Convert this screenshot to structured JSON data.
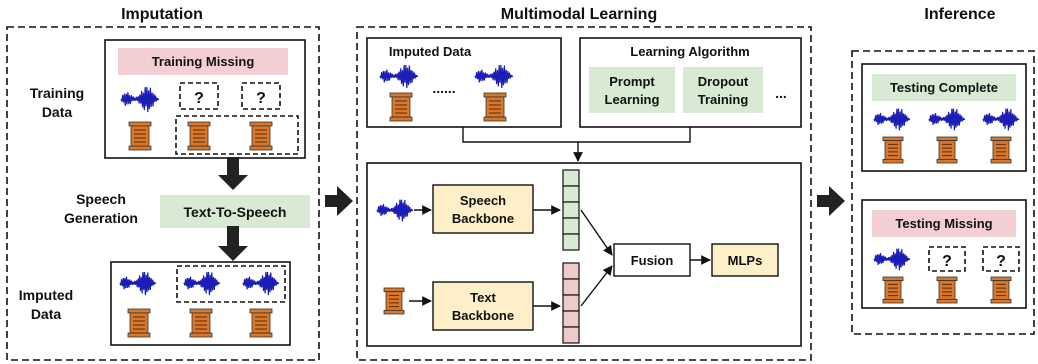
{
  "colors": {
    "pink": "#f3cfd3",
    "green": "#d8ead4",
    "yellow": "#fdf0c8",
    "wave": "#1b1eb4",
    "doc": "#d9782b",
    "arrow": "#222222",
    "stack_green": "#d8ead4",
    "stack_pink": "#f0c9c9"
  },
  "icons": {
    "wave": "speech-waveform-icon",
    "doc": "text-document-icon"
  },
  "imputation": {
    "title": "Imputation",
    "training_label_1": "Training",
    "training_label_2": "Data",
    "training_missing": "Training Missing",
    "missing_mark": "?",
    "speech_gen_1": "Speech",
    "speech_gen_2": "Generation",
    "tts": "Text-To-Speech",
    "imputed_label_1": "Imputed",
    "imputed_label_2": "Data"
  },
  "multimodal": {
    "title": "Multimodal Learning",
    "imputed_data": "Imputed Data",
    "dots": "......",
    "learning_algorithm": "Learning Algorithm",
    "prompt_1": "Prompt",
    "prompt_2": "Learning",
    "dropout_1": "Dropout",
    "dropout_2": "Training",
    "ellipsis": "...",
    "speech_bb_1": "Speech",
    "speech_bb_2": "Backbone",
    "text_bb_1": "Text",
    "text_bb_2": "Backbone",
    "fusion": "Fusion",
    "mlps": "MLPs"
  },
  "inference": {
    "title": "Inference",
    "testing_complete": "Testing Complete",
    "testing_missing": "Testing Missing",
    "missing_mark": "?"
  }
}
